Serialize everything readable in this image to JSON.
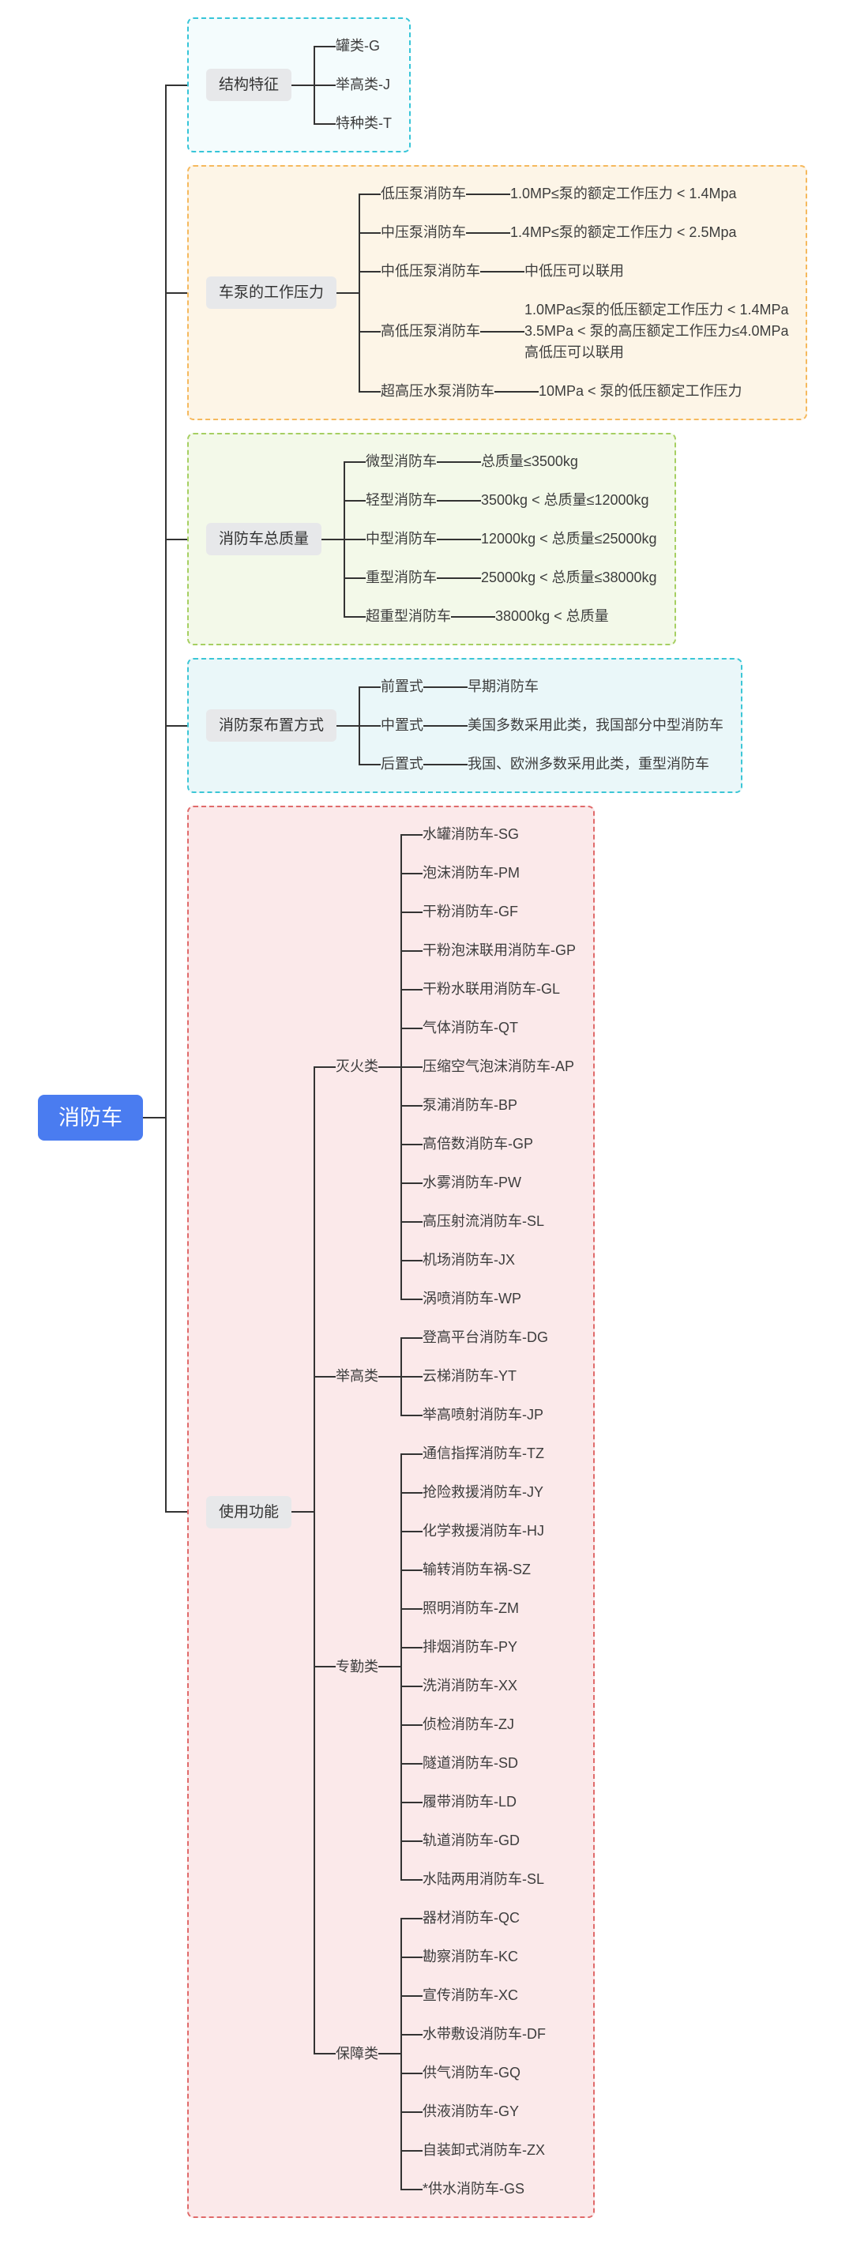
{
  "root": {
    "label": "消防车",
    "bg": "#4a7cf0",
    "text_color": "#ffffff"
  },
  "connector_color": "#333333",
  "branches": [
    {
      "id": "structure-features",
      "label": "结构特征",
      "theme": {
        "border": "#36c5d8",
        "bg": "#f4fcfd"
      },
      "children": [
        {
          "label": "罐类-G"
        },
        {
          "label": "举高类-J"
        },
        {
          "label": "特种类-T"
        }
      ]
    },
    {
      "id": "pump-working-pressure",
      "label": "车泵的工作压力",
      "theme": {
        "border": "#f6b95d",
        "bg": "#fdf5e7"
      },
      "children": [
        {
          "label": "低压泵消防车",
          "children": [
            {
              "label": "1.0MP≤泵的额定工作压力 < 1.4Mpa"
            }
          ]
        },
        {
          "label": "中压泵消防车",
          "children": [
            {
              "label": "1.4MP≤泵的额定工作压力 < 2.5Mpa"
            }
          ]
        },
        {
          "label": "中低压泵消防车",
          "children": [
            {
              "label": "中低压可以联用"
            }
          ]
        },
        {
          "label": "高低压泵消防车",
          "children": [
            {
              "label": "1.0MPa≤泵的低压额定工作压力 < 1.4MPa\n3.5MPa < 泵的高压额定工作压力≤4.0MPa\n高低压可以联用"
            }
          ]
        },
        {
          "label": "超高压水泵消防车",
          "children": [
            {
              "label": "10MPa < 泵的低压额定工作压力"
            }
          ]
        }
      ]
    },
    {
      "id": "total-mass",
      "label": "消防车总质量",
      "theme": {
        "border": "#a6cf62",
        "bg": "#f3f9e9"
      },
      "children": [
        {
          "label": "微型消防车",
          "children": [
            {
              "label": "总质量≤3500kg"
            }
          ]
        },
        {
          "label": "轻型消防车",
          "children": [
            {
              "label": "3500kg < 总质量≤12000kg"
            }
          ]
        },
        {
          "label": "中型消防车",
          "children": [
            {
              "label": "12000kg < 总质量≤25000kg"
            }
          ]
        },
        {
          "label": "重型消防车",
          "children": [
            {
              "label": "25000kg < 总质量≤38000kg"
            }
          ]
        },
        {
          "label": "超重型消防车",
          "children": [
            {
              "label": "38000kg < 总质量"
            }
          ]
        }
      ]
    },
    {
      "id": "pump-arrangement",
      "label": "消防泵布置方式",
      "theme": {
        "border": "#3bc6d6",
        "bg": "#eaf7f9"
      },
      "children": [
        {
          "label": "前置式",
          "children": [
            {
              "label": "早期消防车"
            }
          ]
        },
        {
          "label": "中置式",
          "children": [
            {
              "label": "美国多数采用此类，我国部分中型消防车"
            }
          ]
        },
        {
          "label": "后置式",
          "children": [
            {
              "label": "我国、欧洲多数采用此类，重型消防车"
            }
          ]
        }
      ]
    },
    {
      "id": "usage-function",
      "label": "使用功能",
      "theme": {
        "border": "#e06a6a",
        "bg": "#fbe9ea"
      },
      "children": [
        {
          "label": "灭火类",
          "children": [
            {
              "label": "水罐消防车-SG"
            },
            {
              "label": "泡沫消防车-PM"
            },
            {
              "label": "干粉消防车-GF"
            },
            {
              "label": "干粉泡沫联用消防车-GP"
            },
            {
              "label": "干粉水联用消防车-GL"
            },
            {
              "label": "气体消防车-QT"
            },
            {
              "label": "压缩空气泡沫消防车-AP"
            },
            {
              "label": "泵浦消防车-BP"
            },
            {
              "label": "高倍数消防车-GP"
            },
            {
              "label": "水雾消防车-PW"
            },
            {
              "label": "高压射流消防车-SL"
            },
            {
              "label": "机场消防车-JX"
            },
            {
              "label": "涡喷消防车-WP"
            }
          ]
        },
        {
          "label": "举高类",
          "children": [
            {
              "label": "登高平台消防车-DG"
            },
            {
              "label": "云梯消防车-YT"
            },
            {
              "label": "举高喷射消防车-JP"
            }
          ]
        },
        {
          "label": "专勤类",
          "children": [
            {
              "label": "通信指挥消防车-TZ"
            },
            {
              "label": "抢险救援消防车-JY"
            },
            {
              "label": "化学救援消防车-HJ"
            },
            {
              "label": "输转消防车祸-SZ"
            },
            {
              "label": "照明消防车-ZM"
            },
            {
              "label": "排烟消防车-PY"
            },
            {
              "label": "洗消消防车-XX"
            },
            {
              "label": "侦检消防车-ZJ"
            },
            {
              "label": "隧道消防车-SD"
            },
            {
              "label": "履带消防车-LD"
            },
            {
              "label": "轨道消防车-GD"
            },
            {
              "label": "水陆两用消防车-SL"
            }
          ]
        },
        {
          "label": "保障类",
          "children": [
            {
              "label": "器材消防车-QC"
            },
            {
              "label": "勘察消防车-KC"
            },
            {
              "label": "宣传消防车-XC"
            },
            {
              "label": "水带敷设消防车-DF"
            },
            {
              "label": "供气消防车-GQ"
            },
            {
              "label": "供液消防车-GY"
            },
            {
              "label": "自装卸式消防车-ZX"
            },
            {
              "label": "*供水消防车-GS"
            }
          ]
        }
      ]
    }
  ]
}
